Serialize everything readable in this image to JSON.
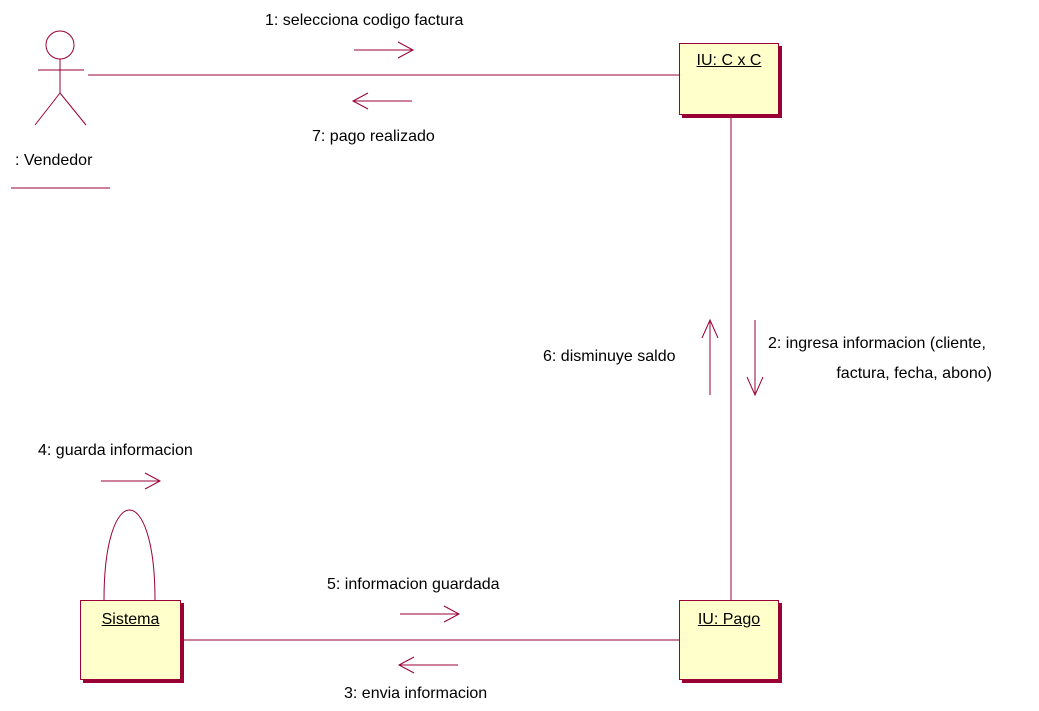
{
  "actor": {
    "name": ": Vendedor"
  },
  "objects": {
    "iu_cxc": "IU: C x C",
    "iu_pago": "IU: Pago",
    "sistema": "Sistema"
  },
  "messages": {
    "m1": "1: selecciona codigo factura",
    "m2_line1": "2: ingresa informacion (cliente,",
    "m2_line2": "factura, fecha, abono)",
    "m3": "3: envia informacion",
    "m4": "4: guarda informacion",
    "m5": "5: informacion guardada",
    "m6": "6: disminuye saldo",
    "m7": "7: pago realizado"
  },
  "colors": {
    "line": "#990033",
    "object_fill": "#ffffcc"
  }
}
